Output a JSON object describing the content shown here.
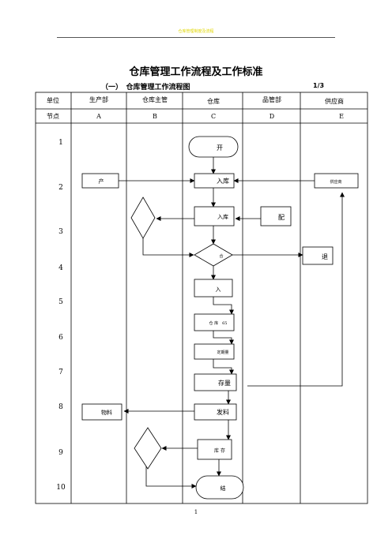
{
  "header": {
    "running_title": "仓库管理制度及流程"
  },
  "title": "仓库管理工作流程及工作标准",
  "subtitle": "（一）　仓库管理工作流程图",
  "page_fraction": "1/3",
  "page_number": "1",
  "table": {
    "row1_label": "单位",
    "row2_label": "节点",
    "columns": [
      {
        "unit": "生产部",
        "node": "A"
      },
      {
        "unit": "仓库主管",
        "node": "B"
      },
      {
        "unit": "仓库",
        "node": "C"
      },
      {
        "unit": "品管部",
        "node": "D"
      },
      {
        "unit": "供应商",
        "node": "E"
      }
    ],
    "steps": [
      "1",
      "2",
      "3",
      "4",
      "5",
      "6",
      "7",
      "8",
      "9",
      "10"
    ]
  },
  "flow": {
    "start": "开",
    "production": "产",
    "inbound1": "入库",
    "supplier": "供应商",
    "inbound2": "入库",
    "match": "配",
    "decision": "合",
    "reject": "退",
    "enter": "入",
    "warehouse": "仓 库　65",
    "fixed_qty": "定期量",
    "stock": "存量",
    "material": "物料",
    "dispatch": "发料",
    "inventory": "库 存",
    "end": "结"
  }
}
